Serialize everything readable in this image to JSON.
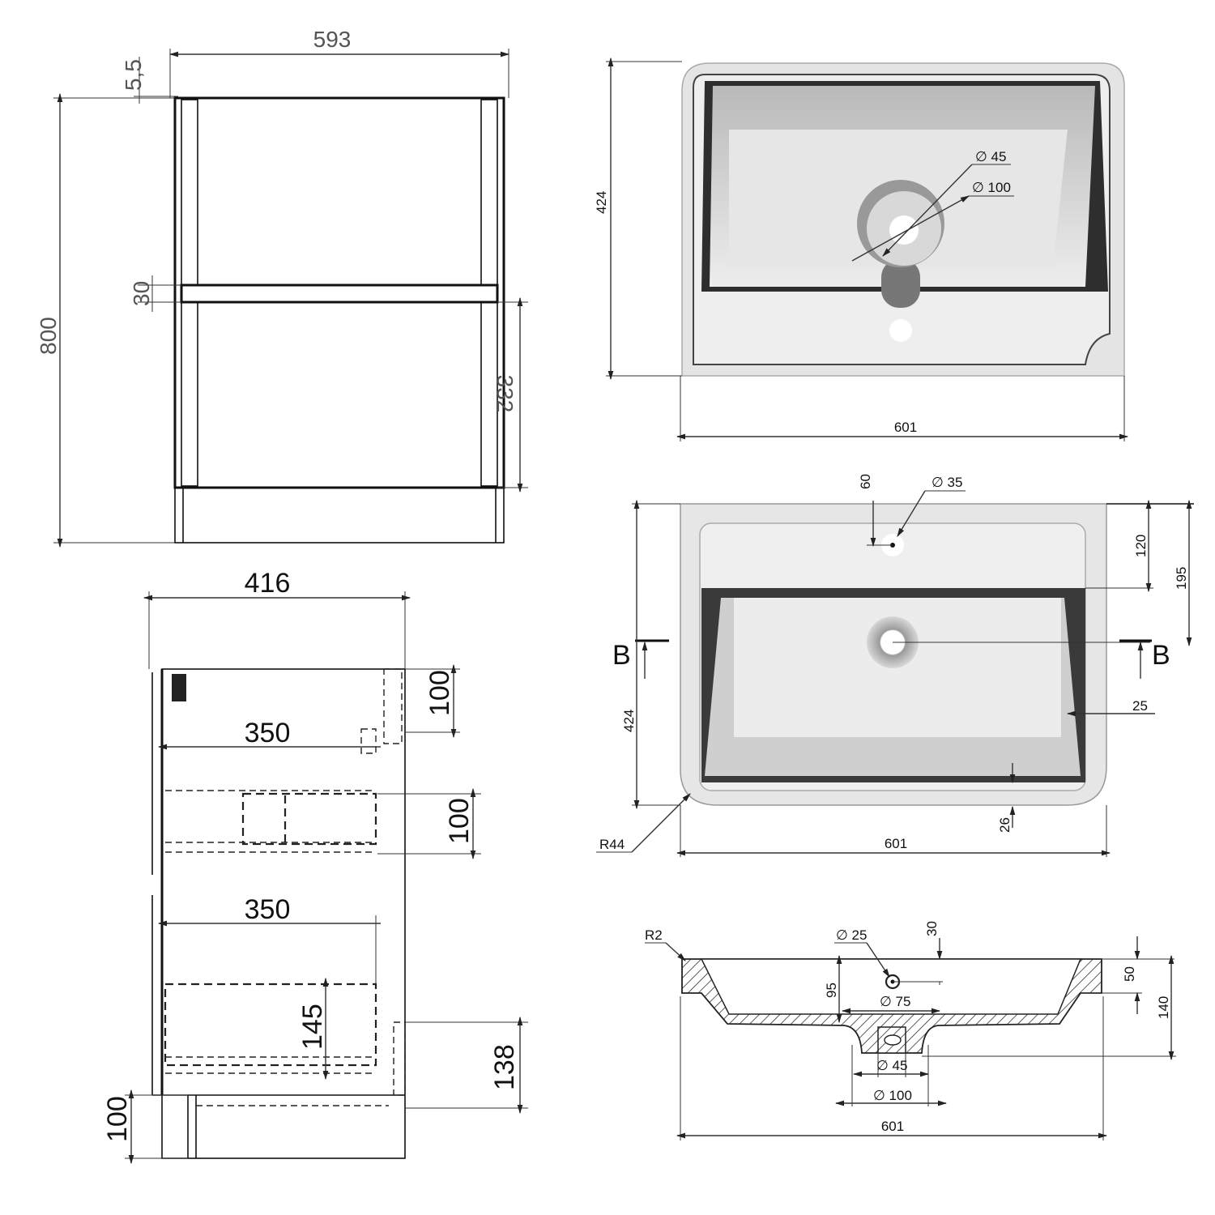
{
  "front_view": {
    "width": "593",
    "top_gap": "5,5",
    "height": "800",
    "shelf": "30",
    "lower_opening": "332"
  },
  "side_view": {
    "depth": "416",
    "drawer1_depth": "350",
    "drawer2_depth": "350",
    "top_rail": "100",
    "drawer1_height": "100",
    "drawer2_height": "145",
    "plinth_zone": "138",
    "plinth_height": "100"
  },
  "basin_top_view": {
    "depth": "424",
    "width": "601",
    "inner_dia": "∅ 45",
    "outer_dia": "∅ 100"
  },
  "basin_plan_view": {
    "tap_offset": "60",
    "tap_hole": "∅ 35",
    "rear_to_bowl": "120",
    "rear_to_waste": "195",
    "section_left": "B",
    "section_right": "B",
    "depth": "424",
    "side_rim": "25",
    "front_rim": "26",
    "corner_radius": "R44",
    "width": "601"
  },
  "basin_section_view": {
    "edge_radius": "R2",
    "overflow_dia": "∅ 25",
    "overflow_offset": "30",
    "bowl_depth": "95",
    "waste_top_dia": "∅ 75",
    "rim_height": "50",
    "total_height": "140",
    "waste_inner_dia": "∅ 45",
    "waste_outer_dia": "∅ 100",
    "width": "601"
  }
}
